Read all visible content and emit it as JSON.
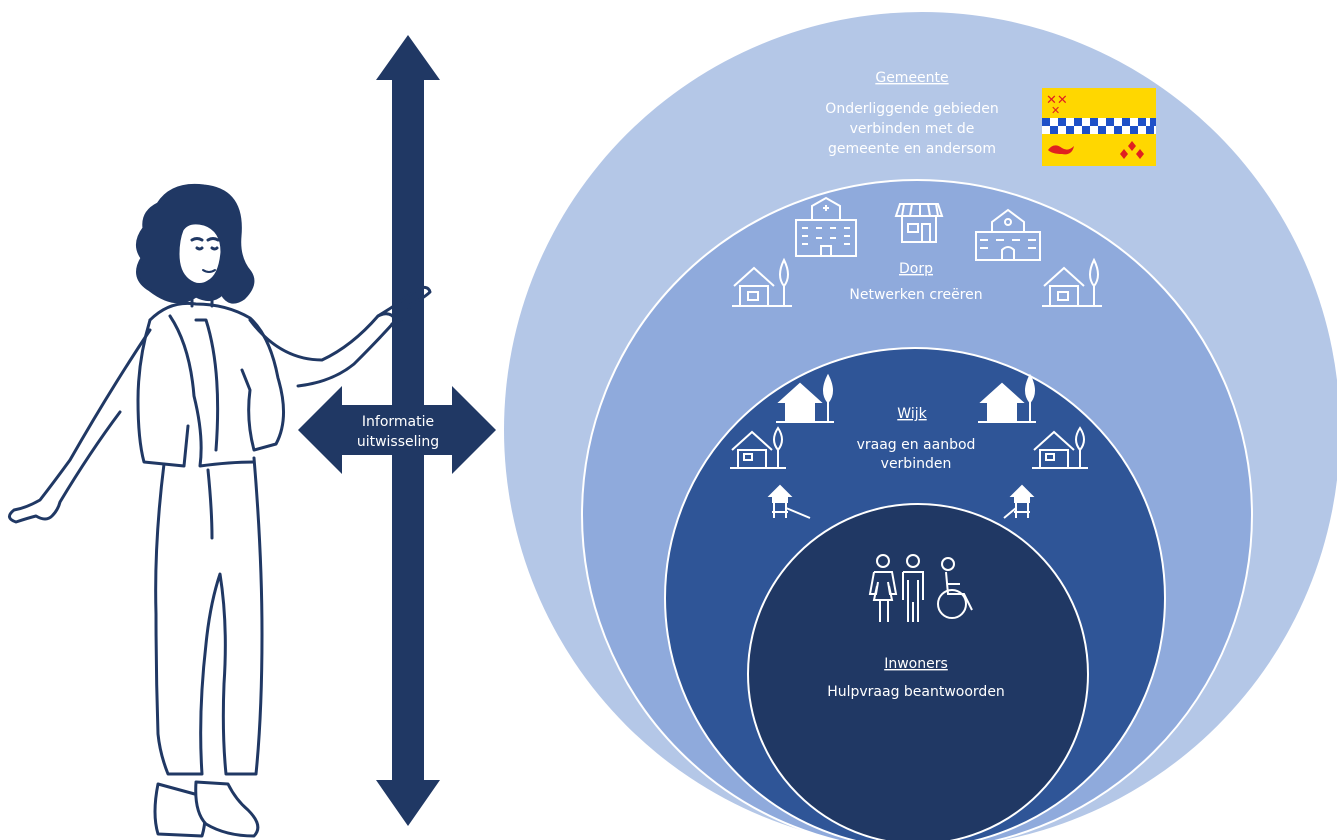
{
  "arrow": {
    "label_line1": "Informatie",
    "label_line2": "uitwisseling"
  },
  "levels": {
    "gemeente": {
      "title": "Gemeente",
      "desc_lines": [
        "Onderliggende gebieden",
        "verbinden met de",
        "gemeente en andersom"
      ]
    },
    "dorp": {
      "title": "Dorp",
      "desc": "Netwerken creëren"
    },
    "wijk": {
      "title": "Wijk",
      "desc_lines": [
        "vraag en aanbod",
        "verbinden"
      ]
    },
    "inwoners": {
      "title": "Inwoners",
      "desc": "Hulpvraag beantwoorden"
    }
  },
  "colors": {
    "outer": "#b4c7e7",
    "dorp": "#8faadc",
    "wijk": "#2f5597",
    "inwoners": "#203864",
    "arrow": "#203864",
    "flag_yellow": "#ffd700",
    "flag_red": "#e02020",
    "flag_blue": "#1e50c8"
  },
  "icons": [
    "flag-icon",
    "apartment-building-icon",
    "shop-icon",
    "school-icon",
    "house-tree-icon",
    "playground-icon",
    "people-icon",
    "wheelchair-icon",
    "woman-pointing-illustration"
  ]
}
